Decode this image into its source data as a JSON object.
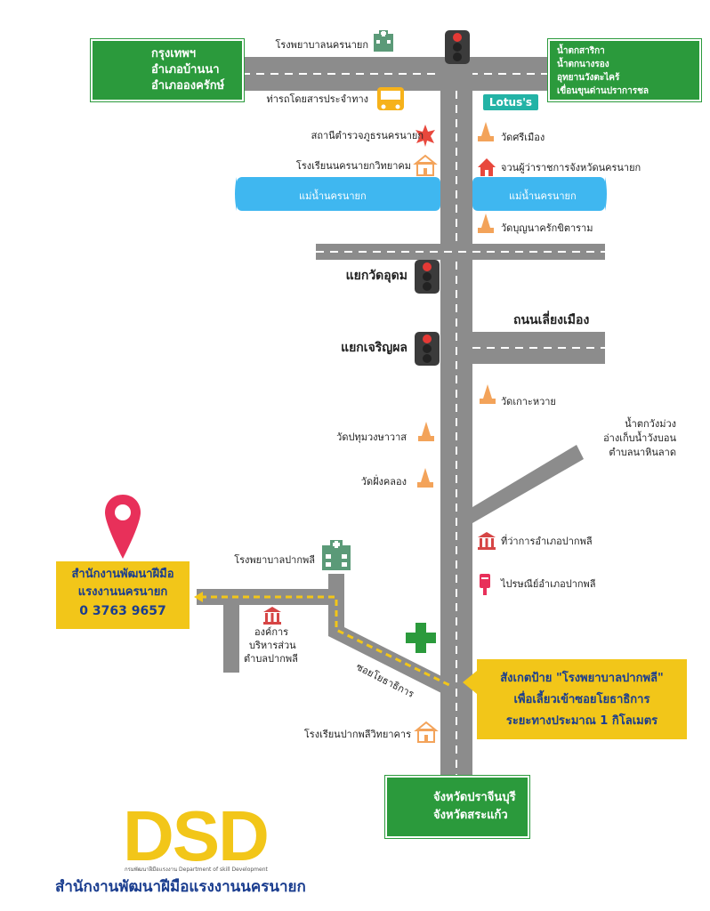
{
  "signs": {
    "top_left": [
      "กรุงเทพฯ",
      "อำเภอบ้านนา",
      "อำเภอองครักษ์"
    ],
    "top_right": [
      "น้ำตกสาริกา",
      "น้ำตกนางรอง",
      "อุทยานวังตะไคร้",
      "เขื่อนขุนด่านปราการชล"
    ],
    "bottom": [
      "จังหวัดปราจีนบุรี",
      "จังหวัดสระแก้ว"
    ]
  },
  "landmarks": {
    "hospital_nakhon_nayok": "โรงพยาบาลนครนายก",
    "bus_station": "ท่ารถโดยสารประจำทาง",
    "police_station": "สถานีตำรวจภูธรนครนายก",
    "nakhon_nayok_school": "โรงเรียนนครนายกวิทยาคม",
    "lotus": "Lotus's",
    "wat_si_mueang": "วัดศรีเมือง",
    "governor_residence": "จวนผู้ว่าราชการจังหวัดนครนายก",
    "wat_bunya": "วัดบุญนาครักขิตาราม",
    "wat_ko_wai": "วัดเกาะหวาย",
    "wat_pathum": "วัดปทุมวงษาวาส",
    "wat_fang_khlong": "วัดฝั่งคลอง",
    "falls_right": [
      "น้ำตกวังม่วง",
      "อ่างเก็บน้ำวังบอน",
      "ตำบลนาหินลาด"
    ],
    "district_office": "ที่ว่าการอำเภอปากพลี",
    "post_office": "ไปรษณีย์อำเภอปากพลี",
    "pak_phli_hospital": "โรงพยาบาลปากพลี",
    "sao": [
      "องค์การ",
      "บริหารส่วน",
      "ตำบลปากพลี"
    ],
    "pak_phli_school": "โรงเรียนปากพลีวิทยาคาร"
  },
  "rivers": {
    "left": "แม่น้ำนครนายก",
    "right": "แม่น้ำนครนายก"
  },
  "roads": {
    "wat_udom_junction": "แยกวัดอุดม",
    "charoen_phon_junction": "แยกเจริญผล",
    "bypass": "ถนนเลี่ยงเมือง",
    "soi": "ซอยโยธาธิการ"
  },
  "destination": {
    "lines": [
      "สำนักงานพัฒนาฝีมือ",
      "แรงงานนครนายก",
      "0 3763 9657"
    ]
  },
  "notice": {
    "lines": [
      "สังเกตป้าย \"โรงพยาบาลปากพลี\"",
      "เพื่อเลี้ยวเข้าซอยโยธาธิการ",
      "ระยะทางประมาณ 1 กิโลเมตร"
    ]
  },
  "logo": {
    "letters": "DSD",
    "subtitle": "กรมพัฒนาฝีมือแรงงาน Department of skill Development",
    "org_name": "สำนักงานพัฒนาฝีมือแรงงานนครนายก"
  },
  "colors": {
    "road": "#8c8c8c",
    "river": "#3fb7f0",
    "sign_green": "#2b9a3c",
    "sign_yellow": "#f2c619",
    "text_blue": "#1a3d8f",
    "pin": "#e8305a",
    "temple": "#f3a35a",
    "hospital": "#5b9a78"
  }
}
